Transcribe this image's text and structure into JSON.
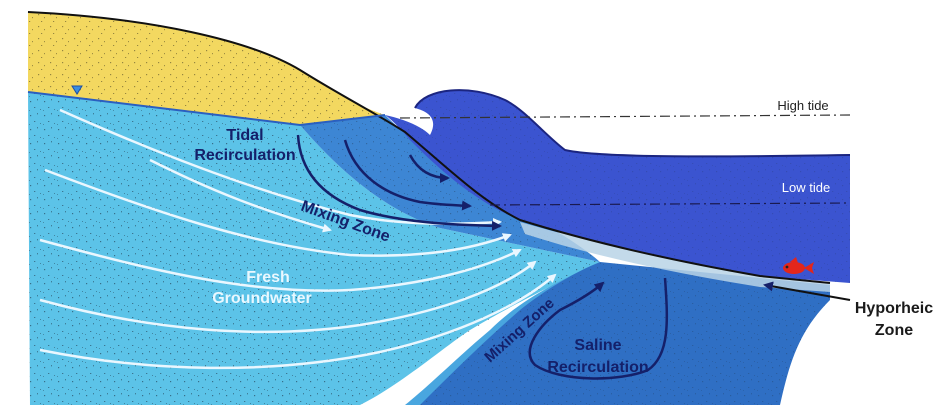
{
  "labels": {
    "tidal_recirculation_line1": "Tidal",
    "tidal_recirculation_line2": "Recirculation",
    "mixing_zone_upper": "Mixing Zone",
    "mixing_zone_lower": "Mixing Zone",
    "fresh_groundwater_line1": "Fresh",
    "fresh_groundwater_line2": "Groundwater",
    "saline_recirculation_line1": "Saline",
    "saline_recirculation_line2": "Recirculation",
    "high_tide": "High tide",
    "low_tide": "Low tide",
    "hyporheic_zone_line1": "Hyporheic",
    "hyporheic_zone_line2": "Zone"
  },
  "colors": {
    "sand": "#f3d860",
    "fresh_groundwater": "#5cc3e8",
    "mixing_zone": "#3d86d4",
    "saline_water": "#2f6fc4",
    "sea": "#3b54d0",
    "flow_arrow_dark": "#15206a",
    "flow_arrow_light": "#eaf7ff",
    "fish": "#e3261b"
  },
  "icons": {
    "water_table_marker": "triangle-down-icon",
    "fish": "fish-icon"
  }
}
